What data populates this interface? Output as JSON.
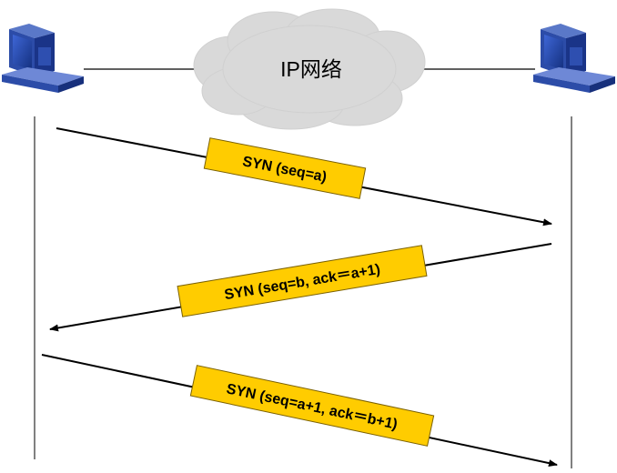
{
  "network": {
    "cloud_label": "IP网络"
  },
  "hosts": {
    "left": {
      "icon": "computer-icon"
    },
    "right": {
      "icon": "computer-icon"
    }
  },
  "colors": {
    "label_fill": "#FFCC00",
    "label_stroke": "#7a6000",
    "cloud_fill": "#D9D9D9",
    "computer_screen": "#1E3F9E"
  },
  "messages": [
    {
      "label": "SYN (seq=a)",
      "direction": "left-to-right"
    },
    {
      "label": "SYN (seq=b, ack＝a+1)",
      "direction": "right-to-left"
    },
    {
      "label": "SYN (seq=a+1, ack＝b+1)",
      "direction": "left-to-right"
    }
  ]
}
